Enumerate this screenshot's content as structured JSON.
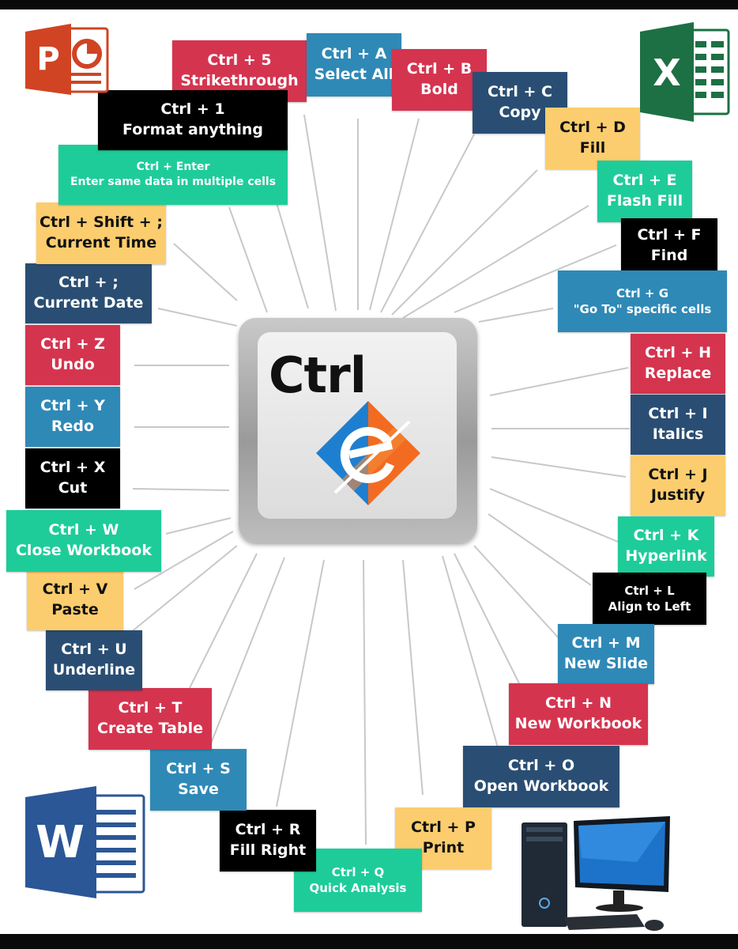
{
  "center_key": {
    "label": "Ctrl"
  },
  "shortcuts": {
    "ctrl_5": {
      "keys": "Ctrl + 5",
      "action": "Strikethrough"
    },
    "ctrl_a": {
      "keys": "Ctrl + A",
      "action": "Select All"
    },
    "ctrl_b": {
      "keys": "Ctrl + B",
      "action": "Bold"
    },
    "ctrl_c": {
      "keys": "Ctrl + C",
      "action": "Copy"
    },
    "ctrl_d": {
      "keys": "Ctrl + D",
      "action": "Fill"
    },
    "ctrl_e": {
      "keys": "Ctrl + E",
      "action": "Flash Fill"
    },
    "ctrl_f": {
      "keys": "Ctrl + F",
      "action": "Find"
    },
    "ctrl_g": {
      "keys": "Ctrl + G",
      "action": "\"Go To\" specific cells"
    },
    "ctrl_h": {
      "keys": "Ctrl + H",
      "action": "Replace"
    },
    "ctrl_i": {
      "keys": "Ctrl + I",
      "action": "Italics"
    },
    "ctrl_j": {
      "keys": "Ctrl + J",
      "action": "Justify"
    },
    "ctrl_k": {
      "keys": "Ctrl + K",
      "action": "Hyperlink"
    },
    "ctrl_l": {
      "keys": "Ctrl + L",
      "action": "Align to Left"
    },
    "ctrl_m": {
      "keys": "Ctrl + M",
      "action": "New Slide"
    },
    "ctrl_n": {
      "keys": "Ctrl + N",
      "action": "New Workbook"
    },
    "ctrl_o": {
      "keys": "Ctrl + O",
      "action": "Open Workbook"
    },
    "ctrl_p": {
      "keys": "Ctrl + P",
      "action": "Print"
    },
    "ctrl_q": {
      "keys": "Ctrl + Q",
      "action": "Quick Analysis"
    },
    "ctrl_r": {
      "keys": "Ctrl + R",
      "action": "Fill Right"
    },
    "ctrl_s": {
      "keys": "Ctrl + S",
      "action": "Save"
    },
    "ctrl_t": {
      "keys": "Ctrl + T",
      "action": "Create Table"
    },
    "ctrl_u": {
      "keys": "Ctrl + U",
      "action": "Underline"
    },
    "ctrl_v": {
      "keys": "Ctrl + V",
      "action": "Paste"
    },
    "ctrl_w": {
      "keys": "Ctrl + W",
      "action": "Close Workbook"
    },
    "ctrl_x": {
      "keys": "Ctrl + X",
      "action": "Cut"
    },
    "ctrl_y": {
      "keys": "Ctrl + Y",
      "action": "Redo"
    },
    "ctrl_z": {
      "keys": "Ctrl + Z",
      "action": "Undo"
    },
    "ctrl_semicolon": {
      "keys": "Ctrl + ;",
      "action": "Current Date"
    },
    "ctrl_shift_semicolon": {
      "keys": "Ctrl + Shift + ;",
      "action": "Current Time"
    },
    "ctrl_enter": {
      "keys": "Ctrl + Enter",
      "action": "Enter same data in multiple cells"
    },
    "ctrl_1": {
      "keys": "Ctrl + 1",
      "action": "Format anything"
    }
  },
  "icons": {
    "powerpoint": {
      "letter": "P",
      "color": "#d04423"
    },
    "excel": {
      "letter": "X",
      "color": "#1d7044"
    },
    "word": {
      "letter": "W",
      "color": "#2b5797"
    },
    "computer": "desktop-computer-icon",
    "center_logo": "e-logo-icon"
  },
  "colors": {
    "red": "#d5344f",
    "blue": "#2f89b6",
    "navy": "#2a4e73",
    "black": "#000000",
    "yellow": "#fccd6e",
    "teal": "#1ecc9a"
  }
}
